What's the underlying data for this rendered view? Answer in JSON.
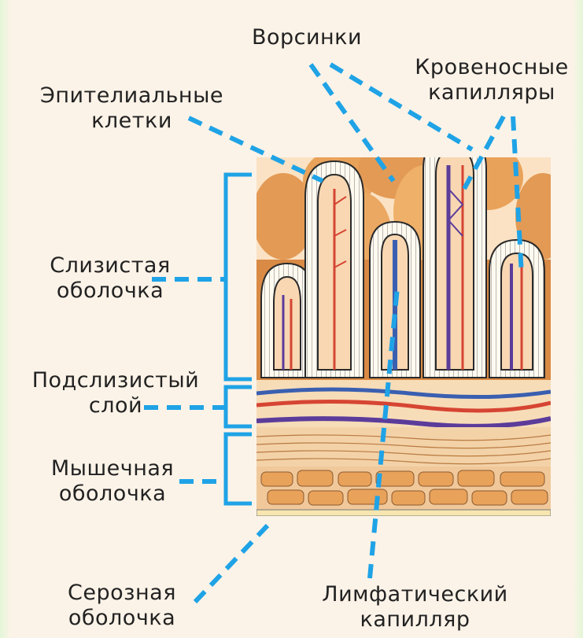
{
  "labels": {
    "villi": "Ворсинки",
    "blood_capillaries": "Кровеносные\nкапилляры",
    "epithelial_cells": "Эпителиальные\nклетки",
    "mucosa": "Слизистая\nоболочка",
    "submucosa": "Подслизистый\nслой",
    "muscular": "Мышечная\nоболочка",
    "serosa": "Серозная\nоболочка",
    "lymph_capillary": "Лимфатический\nкапилляр"
  },
  "colors": {
    "pointer": "#1fa3e6",
    "tissue": "#e9a25a",
    "villus_outline": "#2a2a2a",
    "artery": "#d64532",
    "vein": "#5b3c9a",
    "lymph": "#3a5fb0"
  }
}
